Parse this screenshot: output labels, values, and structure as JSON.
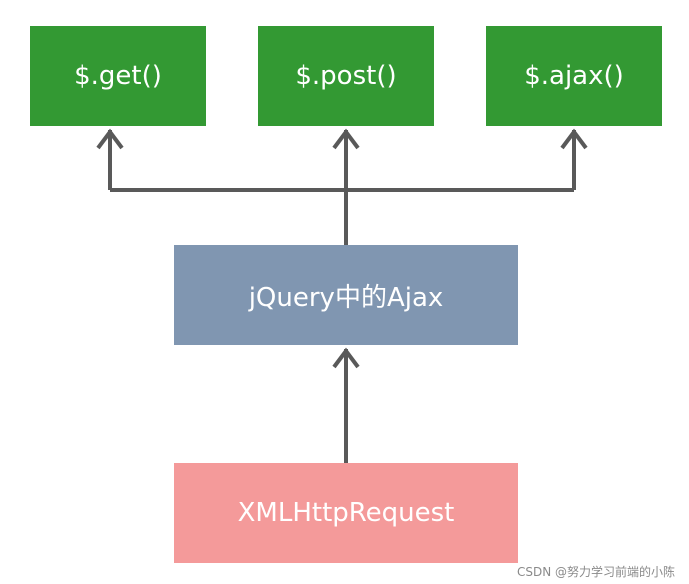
{
  "nodes": {
    "get": "$.get()",
    "post": "$.post()",
    "ajax": "$.ajax()",
    "jquery_ajax": "jQuery中的Ajax",
    "xhr": "XMLHttpRequest"
  },
  "colors": {
    "method_box": "#339933",
    "jquery_box": "#8096b1",
    "xhr_box": "#f49a9a",
    "arrow": "#595959"
  },
  "watermark": "CSDN @努力学习前端的小陈"
}
